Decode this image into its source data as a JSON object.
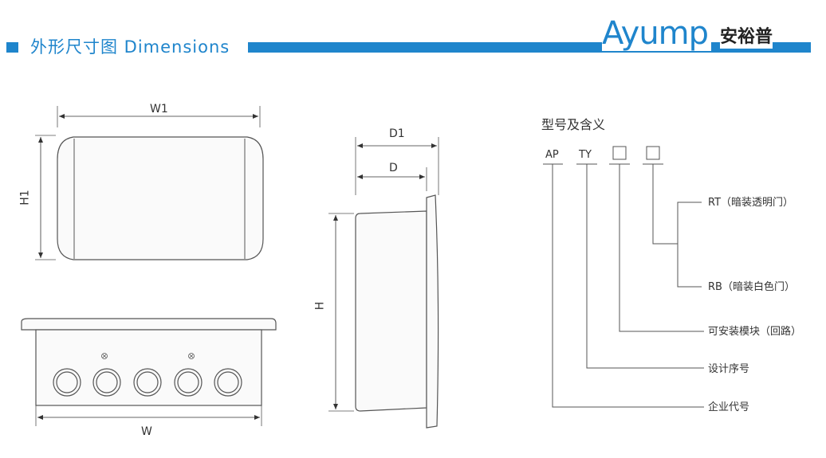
{
  "header": {
    "title": "外形尺寸图 Dimensions",
    "logo_latin": "Ayump",
    "logo_cjk": "安裕普",
    "accent_color": "#1f85cc"
  },
  "dimensions": {
    "front_width": "W1",
    "front_height": "H1",
    "bottom_width": "W",
    "side_depth_total": "D1",
    "side_depth": "D",
    "side_height": "H"
  },
  "model_legend": {
    "title": "型号及含义",
    "codes": [
      "AP",
      "TY"
    ],
    "options": [
      "RT（暗装透明门）",
      "RB（暗装白色门）"
    ],
    "meanings": [
      "可安装模块（回路）",
      "设计序号",
      "企业代号"
    ]
  }
}
